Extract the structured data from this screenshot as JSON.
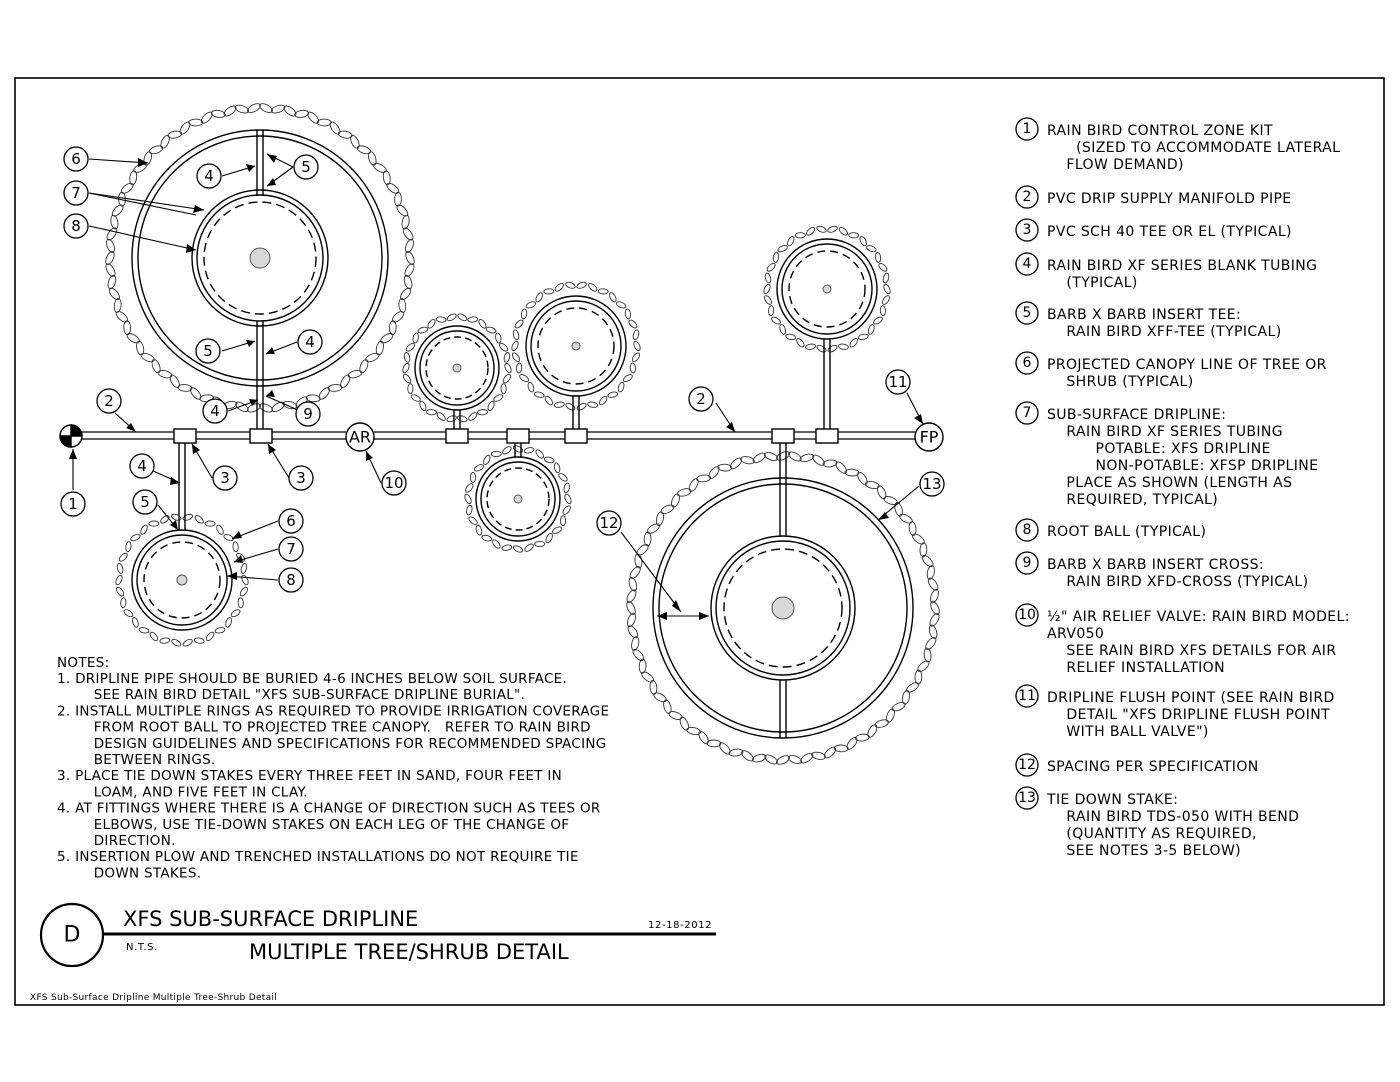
{
  "callouts": [
    "1",
    "2",
    "3",
    "4",
    "5",
    "6",
    "7",
    "8",
    "9",
    "10",
    "11",
    "12",
    "13"
  ],
  "fittings": {
    "air_relief": "AR",
    "flush_point": "FP"
  },
  "legend": [
    {
      "num": "1",
      "lines": [
        "RAIN BIRD CONTROL ZONE KIT",
        "   (SIZED TO ACCOMMODATE LATERAL",
        "  FLOW DEMAND)"
      ]
    },
    {
      "num": "2",
      "lines": [
        "PVC DRIP SUPPLY MANIFOLD PIPE"
      ]
    },
    {
      "num": "3",
      "lines": [
        "PVC SCH 40 TEE OR EL (TYPICAL)"
      ]
    },
    {
      "num": "4",
      "lines": [
        "RAIN BIRD XF SERIES BLANK TUBING",
        "  (TYPICAL)"
      ]
    },
    {
      "num": "5",
      "lines": [
        "BARB X BARB INSERT TEE:",
        "  RAIN BIRD XFF-TEE (TYPICAL)"
      ]
    },
    {
      "num": "6",
      "lines": [
        "PROJECTED CANOPY LINE OF TREE OR",
        "  SHRUB (TYPICAL)"
      ]
    },
    {
      "num": "7",
      "lines": [
        "SUB-SURFACE DRIPLINE:",
        "  RAIN BIRD XF SERIES TUBING",
        "     POTABLE: XFS DRIPLINE",
        "     NON-POTABLE: XFSP DRIPLINE",
        "  PLACE AS SHOWN (LENGTH AS",
        "  REQUIRED, TYPICAL)"
      ]
    },
    {
      "num": "8",
      "lines": [
        "ROOT BALL (TYPICAL)"
      ]
    },
    {
      "num": "9",
      "lines": [
        "BARB X BARB INSERT CROSS:",
        "  RAIN BIRD XFD-CROSS (TYPICAL)"
      ]
    },
    {
      "num": "10",
      "lines": [
        "½\" AIR RELIEF VALVE: RAIN BIRD MODEL:",
        "ARV050",
        "  SEE RAIN BIRD XFS DETAILS FOR AIR",
        "  RELIEF INSTALLATION"
      ]
    },
    {
      "num": "11",
      "lines": [
        "DRIPLINE FLUSH POINT (SEE RAIN BIRD",
        "  DETAIL \"XFS DRIPLINE FLUSH POINT",
        "  WITH BALL VALVE\")"
      ]
    },
    {
      "num": "12",
      "lines": [
        "SPACING PER SPECIFICATION"
      ]
    },
    {
      "num": "13",
      "lines": [
        "TIE DOWN STAKE:",
        "  RAIN BIRD TDS-050 WITH BEND",
        "  (QUANTITY AS REQUIRED,",
        "  SEE NOTES 3-5 BELOW)"
      ]
    }
  ],
  "notes": {
    "heading": "NOTES:",
    "lines": [
      "1. DRIPLINE PIPE SHOULD BE BURIED 4-6 INCHES BELOW SOIL SURFACE.",
      "    SEE RAIN BIRD DETAIL \"XFS SUB-SURFACE DRIPLINE BURIAL\".",
      "2. INSTALL MULTIPLE RINGS AS REQUIRED TO PROVIDE IRRIGATION COVERAGE",
      "    FROM ROOT BALL TO PROJECTED TREE CANOPY.   REFER TO RAIN BIRD",
      "    DESIGN GUIDELINES AND SPECIFICATIONS FOR RECOMMENDED SPACING",
      "    BETWEEN RINGS.",
      "3. PLACE TIE DOWN STAKES EVERY THREE FEET IN SAND, FOUR FEET IN",
      "    LOAM, AND FIVE FEET IN CLAY.",
      "4. AT FITTINGS WHERE THERE IS A CHANGE OF DIRECTION SUCH AS TEES OR",
      "    ELBOWS, USE TIE-DOWN STAKES ON EACH LEG OF THE CHANGE OF",
      "    DIRECTION.",
      "5. INSERTION PLOW AND TRENCHED INSTALLATIONS DO NOT REQUIRE TIE",
      "    DOWN STAKES."
    ]
  },
  "title_block": {
    "detail_letter": "D",
    "title": "XFS SUB-SURFACE DRIPLINE",
    "date": "12-18-2012",
    "scale": "N.T.S.",
    "subtitle": "MULTIPLE TREE/SHRUB DETAIL"
  },
  "footer": "XFS Sub-Surface Dripline Multiple Tree-Shrub Detail"
}
